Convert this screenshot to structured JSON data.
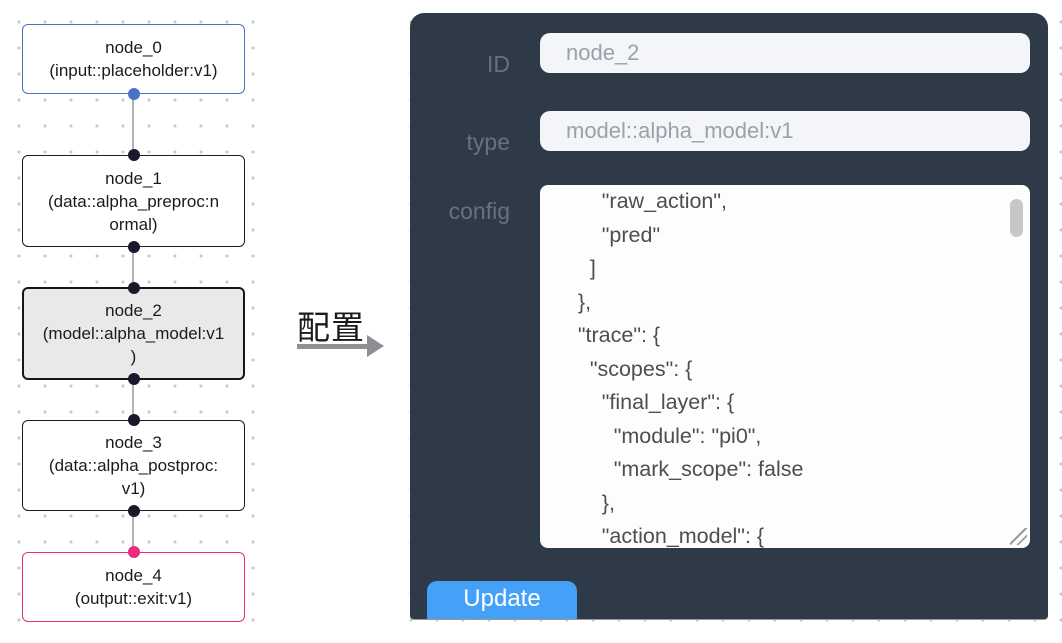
{
  "flow": {
    "nodes": [
      {
        "id": "node_0",
        "type_string": "input::placeholder:v1",
        "label_lines": [
          "node_0",
          "(input::placeholder:v1)"
        ],
        "selected": false
      },
      {
        "id": "node_1",
        "type_string": "data::alpha_preproc:normal",
        "label_lines": [
          "node_1",
          "(data::alpha_preproc:n",
          "ormal)"
        ],
        "selected": false
      },
      {
        "id": "node_2",
        "type_string": "model::alpha_model:v1",
        "label_lines": [
          "node_2",
          "(model::alpha_model:v1",
          ")"
        ],
        "selected": true
      },
      {
        "id": "node_3",
        "type_string": "data::alpha_postproc:v1",
        "label_lines": [
          "node_3",
          "(data::alpha_postproc:",
          "v1)"
        ],
        "selected": false
      },
      {
        "id": "node_4",
        "type_string": "output::exit:v1",
        "label_lines": [
          "node_4",
          "(output::exit:v1)"
        ],
        "selected": false
      }
    ]
  },
  "transition": {
    "label": "配置"
  },
  "panel": {
    "fields": {
      "id": {
        "label": "ID",
        "value": "node_2"
      },
      "type": {
        "label": "type",
        "value": "model::alpha_model:v1"
      }
    },
    "config": {
      "label": "config",
      "visible_lines": [
        "        \"raw_action\",",
        "        \"pred\"",
        "      ]",
        "    },",
        "    \"trace\": {",
        "      \"scopes\": {",
        "        \"final_layer\": {",
        "          \"module\": \"pi0\",",
        "          \"mark_scope\": false",
        "        },",
        "        \"action_model\": {"
      ]
    },
    "update_label": "Update"
  },
  "colors": {
    "panel_bg": "#2f3a49",
    "input_bg": "#f3f5f8",
    "input_text": "#9aa1ab",
    "label_text": "#6a717b",
    "button_blue": "#45a1f8",
    "node_border_default": "#1a192b",
    "node_border_input_blue": "#4a72c8",
    "node_border_output_pink": "#ec2d7e",
    "node_selected_bg": "#e9e9ea",
    "edge_gray": "#b1b1b7",
    "canvas_dot": "#c9cacc",
    "arrow_gray": "#8f8f93"
  }
}
